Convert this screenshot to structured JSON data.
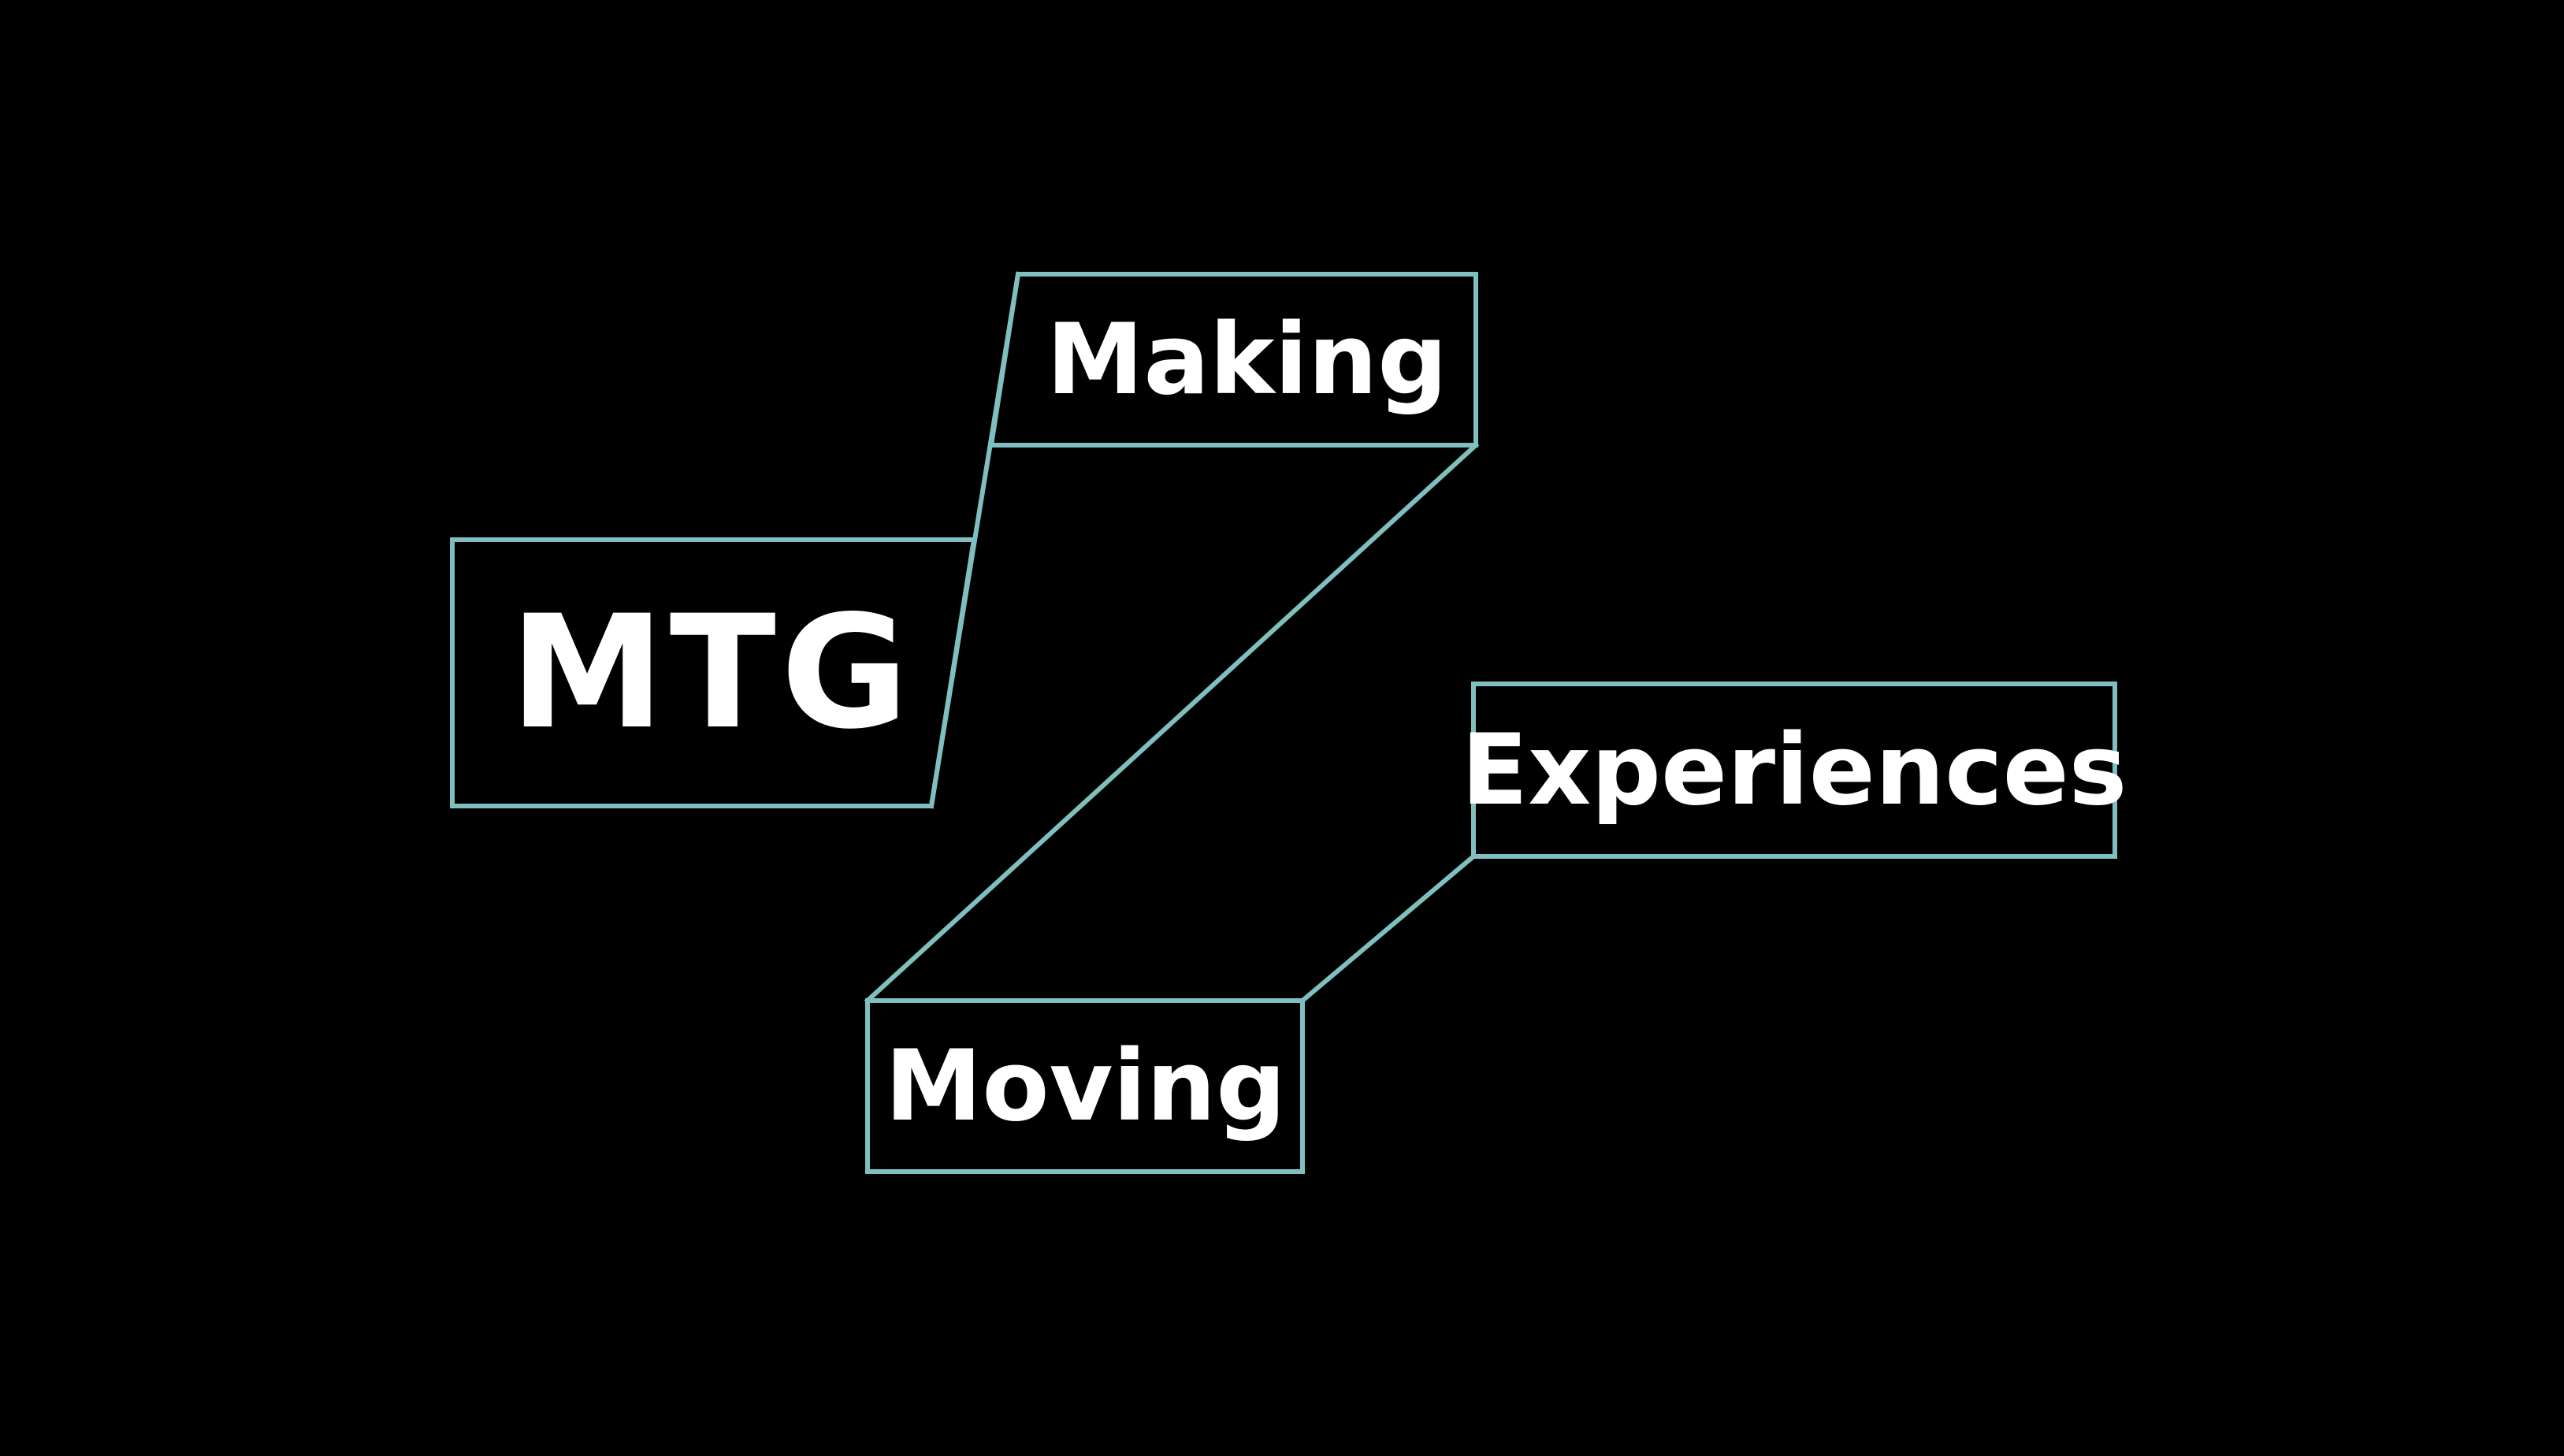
{
  "logo": {
    "labels": {
      "mtg": "MTG",
      "making": "Making",
      "experiences": "Experiences",
      "moving": "Moving"
    },
    "colors": {
      "background": "#000000",
      "outline": "#7fbfbf",
      "text": "#ffffff"
    }
  }
}
